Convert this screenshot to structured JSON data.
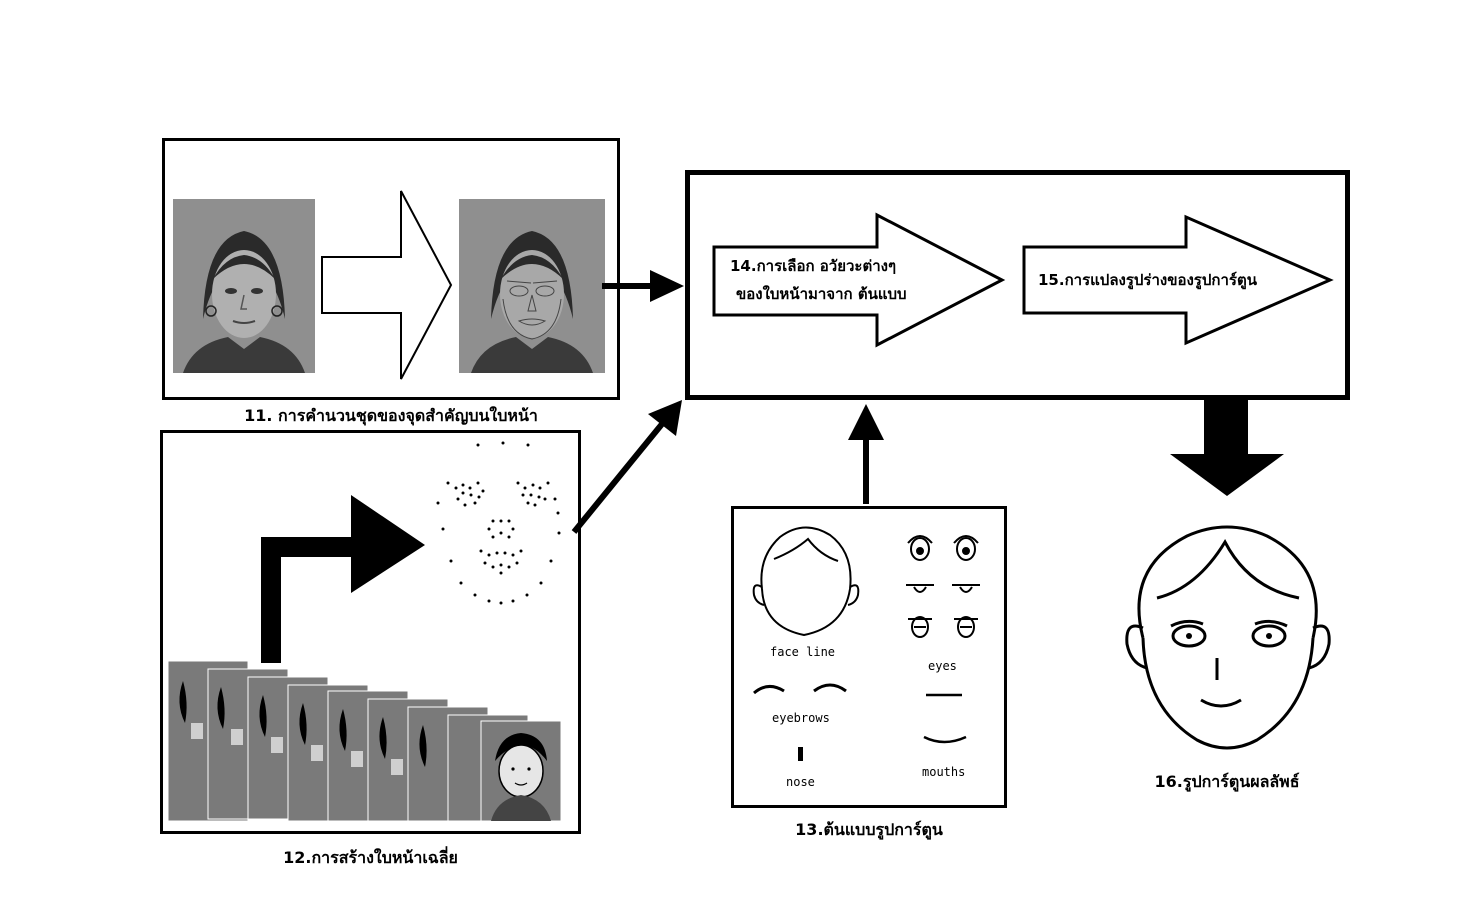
{
  "steps": {
    "s11": {
      "caption": "11. การคำนวนชุดของจุดสำคัญบนใบหน้า"
    },
    "s12": {
      "caption": "12.การสร้างใบหน้าเฉลี่ย"
    },
    "s13": {
      "caption": "13.ต้นแบบรูปการ์ตูน",
      "labels": {
        "face_line": "face line",
        "eyes": "eyes",
        "eyebrows": "eyebrows",
        "nose": "nose",
        "mouths": "mouths"
      }
    },
    "s14": {
      "line1": "14.การเลือก อวัยวะต่างๆ",
      "line2": "ของใบหน้ามาจาก ต้นแบบ"
    },
    "s15": {
      "label": "15.การแปลงรูปร่างของรูปการ์ตูน"
    },
    "s16": {
      "caption": "16.รูปการ์ตูนผลลัพธ์"
    }
  },
  "colors": {
    "stroke": "#000000",
    "photo_bg": "#8a8a8a",
    "background": "#ffffff"
  },
  "icons": [
    "face-photo",
    "landmark-face-photo",
    "feature-points",
    "average-face-stack",
    "cartoon-face-template",
    "cartoon-result-face"
  ]
}
